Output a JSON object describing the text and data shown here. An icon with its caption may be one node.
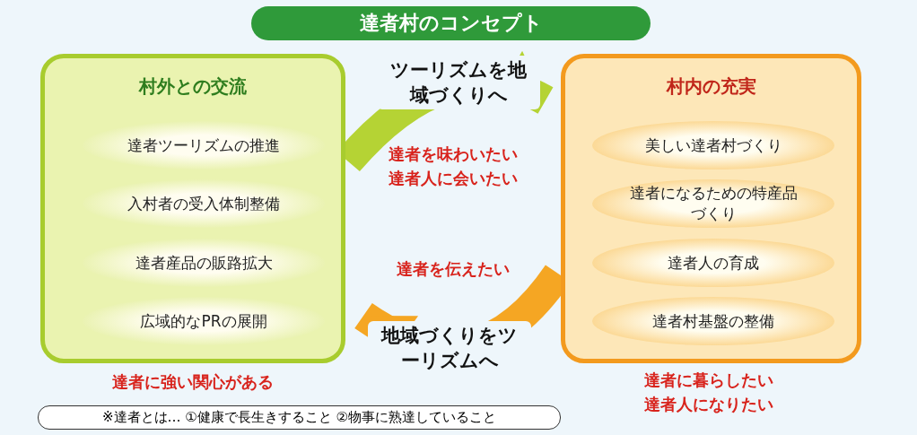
{
  "diagram": {
    "title": "達者村のコンセプト",
    "nodes": [
      {
        "text": [
          "村外との交流"
        ]
      },
      {
        "text": [
          "達者ツーリズムの推進"
        ],
        "in": 0
      },
      {
        "text": [
          "入村者の受入体制整備"
        ],
        "in": 0
      },
      {
        "text": [
          "達者産品の販路拡大"
        ],
        "in": 0
      },
      {
        "text": [
          "広域的なPRの展開"
        ],
        "in": 0
      },
      {
        "text": [
          "村内の充実"
        ]
      },
      {
        "text": [
          "美しい達者村づくり"
        ],
        "in": 5
      },
      {
        "text": [
          "達者になるための特産品づくり"
        ],
        "in": 5
      },
      {
        "text": [
          "達者人の育成"
        ],
        "in": 5
      },
      {
        "text": [
          "達者村基盤の整備"
        ],
        "in": 5
      },
      {
        "text": [
          "※達者とは… ①健康で長生きすること ②物事に熟達していること"
        ]
      }
    ],
    "edges": [
      {
        "from": 0,
        "to": 5,
        "arrow": "to",
        "label": "ツーリズムを地域づくりへ",
        "color": "#b5d334"
      },
      {
        "from": 5,
        "to": 0,
        "arrow": "to",
        "label": "地域づくりをツーリズムへ",
        "color": "#f5a623"
      }
    ],
    "labels": [
      "達者を味わいたい達者人に会いたい",
      "達者を伝えたい",
      "達者に強い関心がある",
      "達者に暮らしたい達者人になりたい"
    ]
  }
}
